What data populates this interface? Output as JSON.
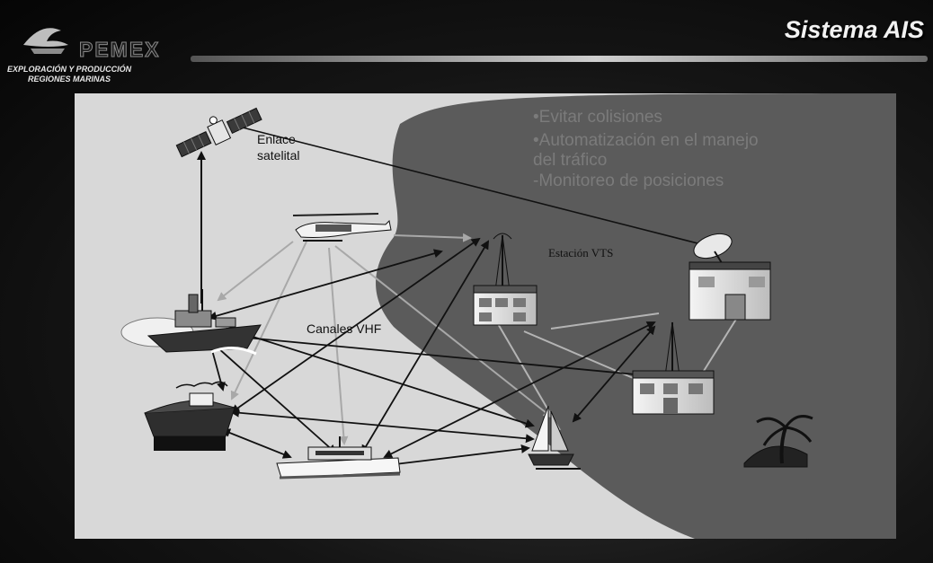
{
  "header": {
    "title": "Sistema AIS",
    "logo_name": "PEMEX",
    "logo_line1": "EXPLORACIÓN Y PRODUCCIÓN",
    "logo_line2": "REGIONES MARINAS"
  },
  "diagram": {
    "satellite_label_1": "Enlace",
    "satellite_label_2": "satelital",
    "vhf_label": "Canales VHF",
    "vts_label": "Estación VTS",
    "bullets": [
      "•Evitar colisiones",
      "•Automatización en el manejo",
      "del tráfico",
      "-Monitoreo de posiciones"
    ]
  },
  "colors": {
    "land": "#d8d8d8",
    "sea": "#5b5b5b",
    "bullet_text": "#777777"
  }
}
